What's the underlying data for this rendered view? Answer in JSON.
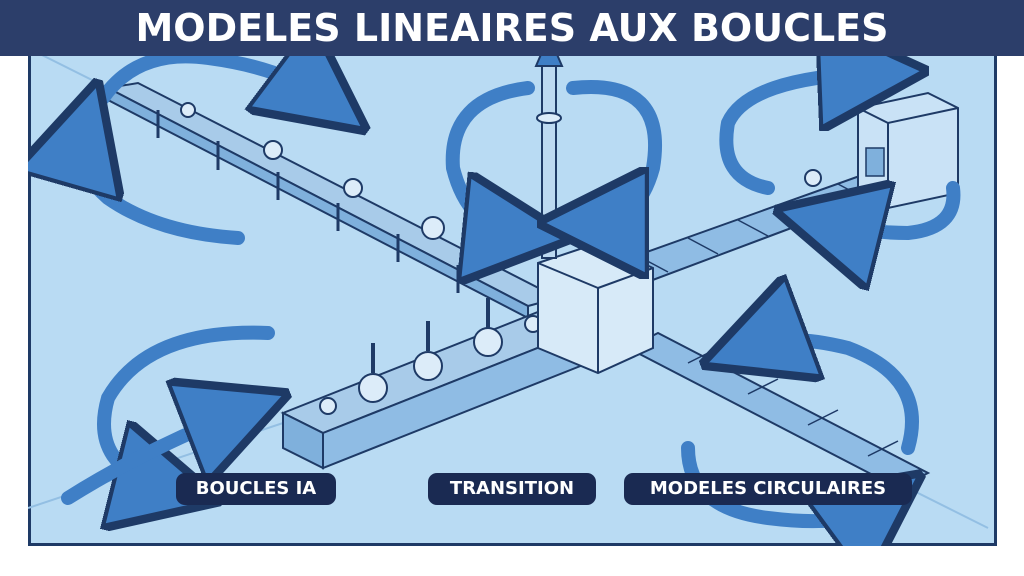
{
  "header": {
    "title": "MODELES LINEAIRES AUX BOUCLES"
  },
  "labels": {
    "left": "BOUCLES IA",
    "center": "TRANSITION",
    "right": "MODELES CIRCULAIRES"
  },
  "colors": {
    "title_band": "#2c3e6a",
    "panel_background": "#b9dbf3",
    "panel_border": "#1e3a66",
    "arrow_blue": "#3f7fc6",
    "label_pill": "#1a2a52"
  },
  "icons": [
    "circular-arrow-icon",
    "conveyor-belt",
    "machine-box",
    "robot-arm-icon"
  ]
}
